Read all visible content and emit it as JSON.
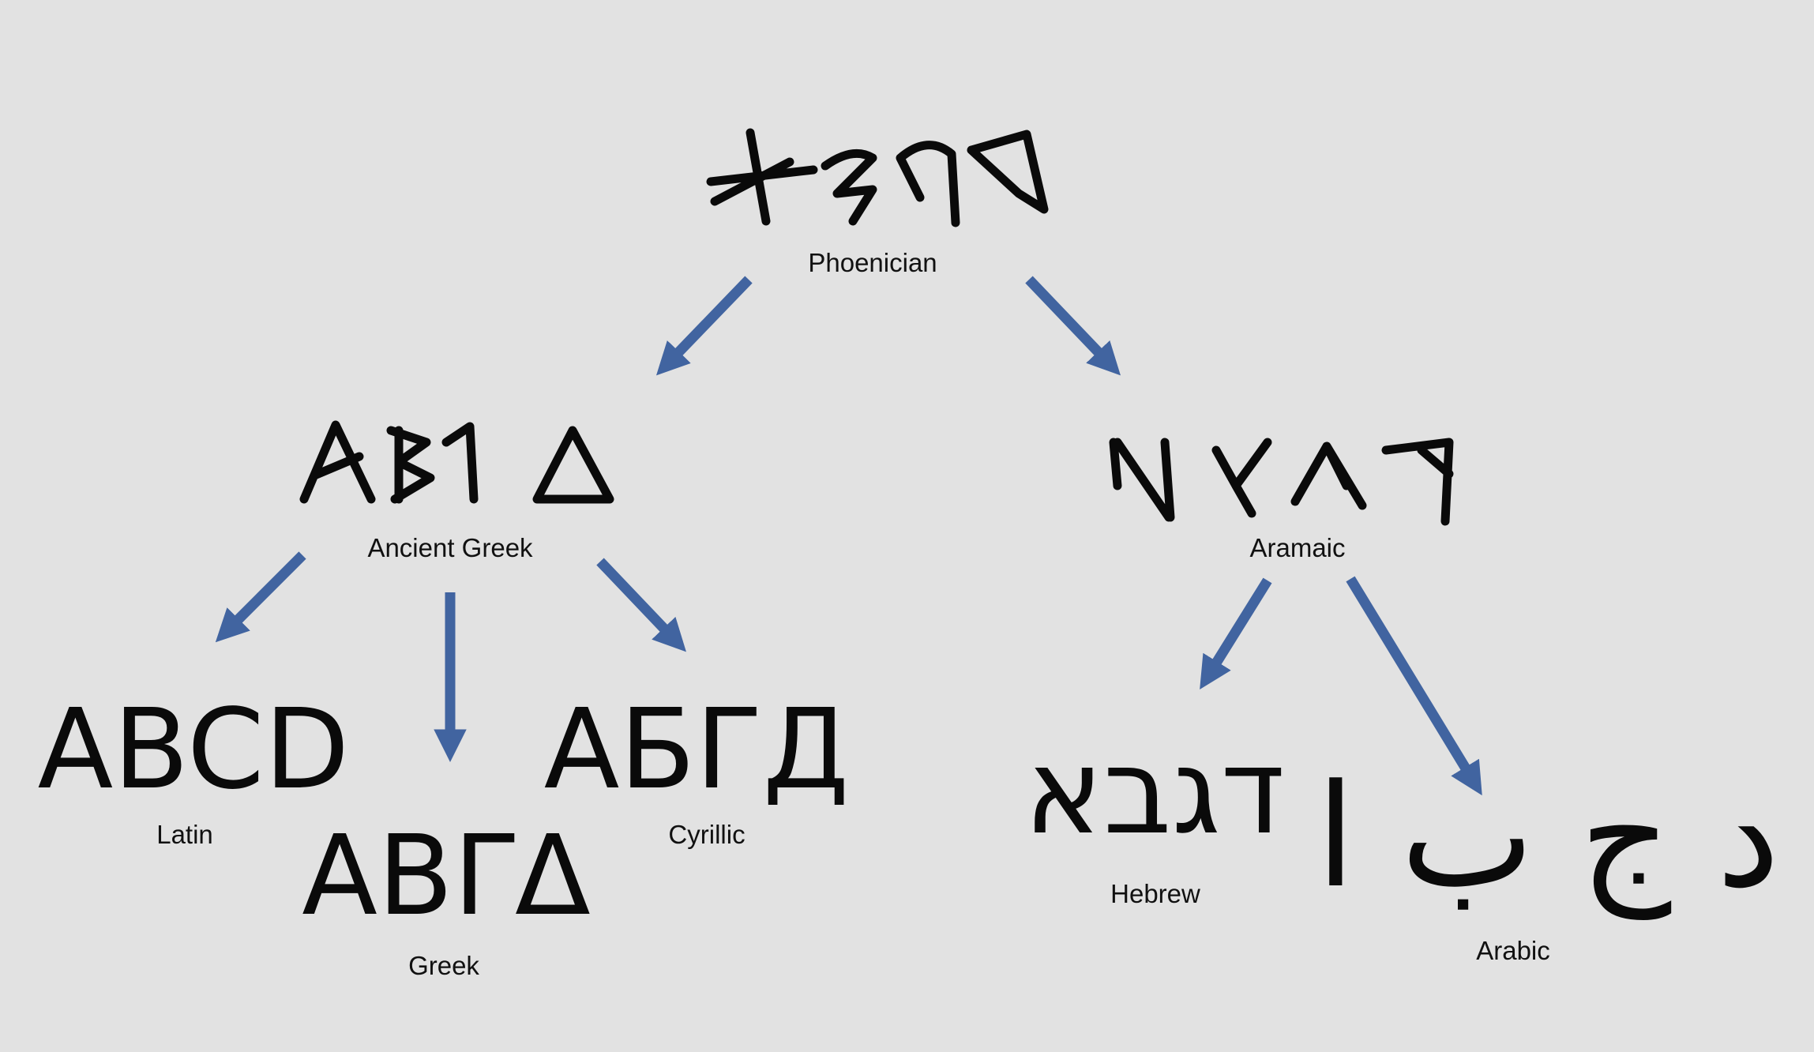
{
  "diagram": {
    "colors": {
      "background": "#e2e2e2",
      "arrow": "#4164a0",
      "glyph": "#0a0a0a",
      "label": "#111111"
    },
    "nodes": {
      "phoenician": {
        "label": "Phoenician"
      },
      "ancient_greek": {
        "label": "Ancient Greek"
      },
      "aramaic": {
        "label": "Aramaic"
      },
      "latin": {
        "sample": "ABCD",
        "label": "Latin"
      },
      "greek": {
        "sample": "ΑΒΓΔ",
        "label": "Greek"
      },
      "cyrillic": {
        "sample": "АБГД",
        "label": "Cyrillic"
      },
      "hebrew": {
        "sample": "דגבא",
        "label": "Hebrew"
      },
      "arabic": {
        "sample": "د ج ب ا",
        "label": "Arabic"
      }
    },
    "edges": [
      {
        "from": "phoenician",
        "to": "ancient_greek"
      },
      {
        "from": "phoenician",
        "to": "aramaic"
      },
      {
        "from": "ancient_greek",
        "to": "latin"
      },
      {
        "from": "ancient_greek",
        "to": "greek"
      },
      {
        "from": "ancient_greek",
        "to": "cyrillic"
      },
      {
        "from": "aramaic",
        "to": "hebrew"
      },
      {
        "from": "aramaic",
        "to": "arabic"
      }
    ]
  }
}
